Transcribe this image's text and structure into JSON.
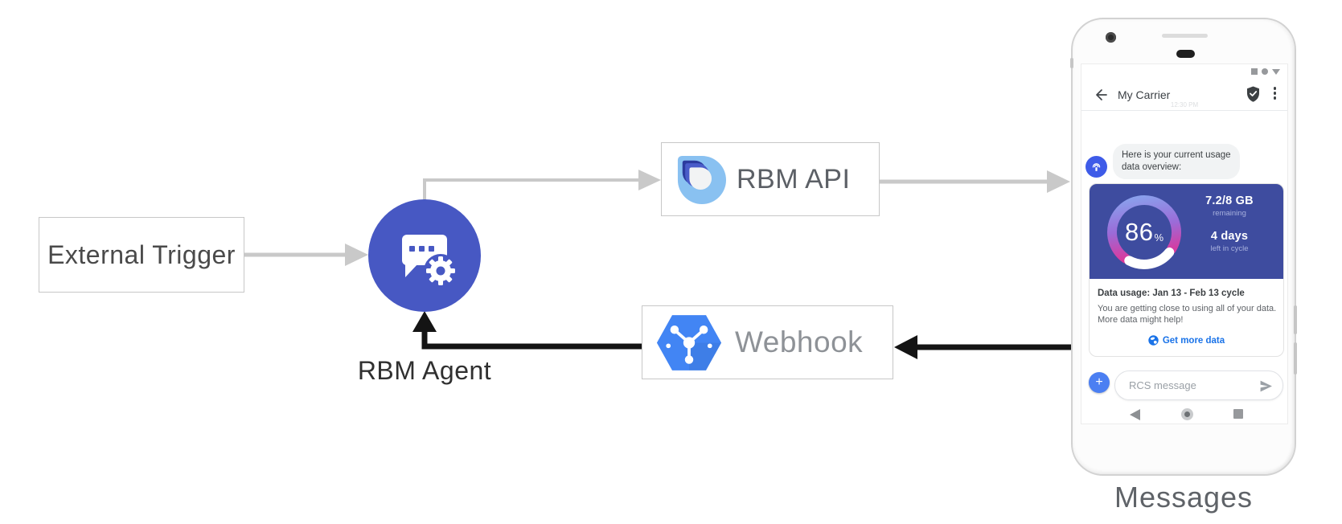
{
  "diagram": {
    "external_trigger_label": "External Trigger",
    "rbm_agent_label": "RBM Agent",
    "rbm_api_label": "RBM API",
    "webhook_label": "Webhook",
    "messages_label": "Messages"
  },
  "phone": {
    "header": {
      "title": "My Carrier",
      "timestamp": "12:30 PM"
    },
    "bubble": {
      "line1": "Here is your current usage",
      "line2": "data overview:"
    },
    "usage_card": {
      "percent_value": "86",
      "percent_unit": "%",
      "remaining_value": "7.2/8 GB",
      "remaining_label": "remaining",
      "cycle_days_value": "4 days",
      "cycle_days_label": "left in cycle",
      "title": "Data usage: Jan 13 - Feb 13 cycle",
      "body_line1": "You are getting close to using all of your data.",
      "body_line2": "More data might help!",
      "action_label": "Get more data"
    },
    "composer": {
      "plus_label": "+",
      "placeholder": "RCS message"
    }
  },
  "colors": {
    "agent_circle_blue": "#4758C3",
    "usage_card_blue": "#3E4C9F",
    "link_blue": "#1a73e8",
    "hexagon_blue": "#4285F4",
    "avatar_blue": "#3E5BE8",
    "arrow_gray": "#c9c9c9",
    "arrow_black": "#141414",
    "gauge_gradient_start": "#85AFF2",
    "gauge_gradient_mid": "#9B6BD8",
    "gauge_gradient_end": "#EC2A8C"
  }
}
